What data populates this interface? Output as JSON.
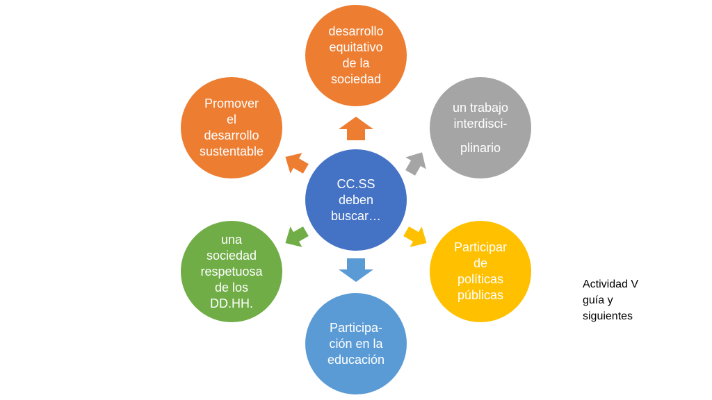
{
  "center": {
    "lines": [
      "CC.SS",
      "deben",
      "buscar…"
    ]
  },
  "nodes": {
    "top": {
      "lines": [
        "desarrollo",
        "equitativo",
        "de la",
        "sociedad"
      ]
    },
    "upper_right": {
      "lines": [
        "un trabajo",
        "interdisci-",
        "plinario"
      ]
    },
    "lower_right": {
      "lines": [
        "Participar",
        "de",
        "políticas",
        "públicas"
      ]
    },
    "bottom": {
      "lines": [
        "Participa-",
        "ción  en la",
        "educación"
      ]
    },
    "lower_left": {
      "lines": [
        "una",
        "sociedad",
        "respetuosa",
        "de los",
        "DD.HH."
      ]
    },
    "upper_left": {
      "lines": [
        "Promover",
        "el",
        "desarrollo",
        "sustentable"
      ]
    }
  },
  "note": {
    "lines": [
      "Actividad V",
      "guía y",
      "siguientes"
    ]
  },
  "colors": {
    "center": "#4472c4",
    "orange": "#ed7d31",
    "gray": "#a5a5a5",
    "gold": "#ffc000",
    "light_blue": "#5b9bd5",
    "green": "#70ad47"
  }
}
